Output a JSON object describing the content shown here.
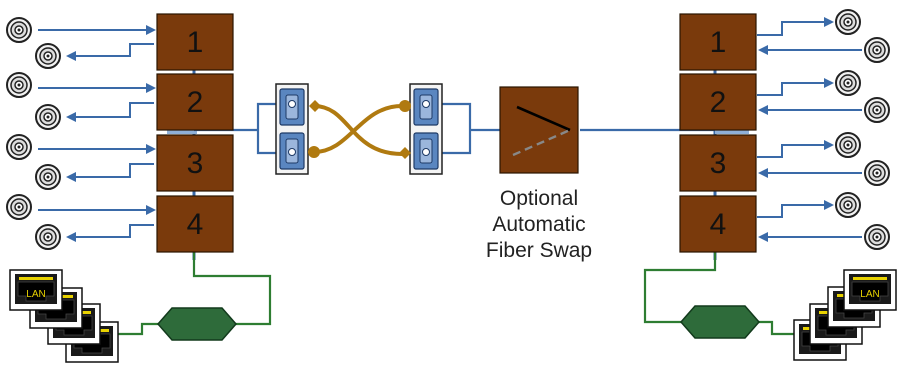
{
  "left_stack": {
    "modules": [
      {
        "label": "1"
      },
      {
        "label": "2"
      },
      {
        "label": "3"
      },
      {
        "label": "4"
      }
    ]
  },
  "right_stack": {
    "modules": [
      {
        "label": "1"
      },
      {
        "label": "2"
      },
      {
        "label": "3"
      },
      {
        "label": "4"
      }
    ]
  },
  "fiber_swap": {
    "label_lines": [
      "Optional",
      "Automatic",
      "Fiber Swap"
    ]
  },
  "lan": {
    "label": "LAN"
  },
  "colors": {
    "module_fill": "#7a3a0c",
    "blue_link": "#3a6aa8",
    "green_link": "#2e7d32",
    "switch_fill": "#2e6b3a",
    "fiber_gold": "#b07a10",
    "connector_blue": "#5a86c0"
  }
}
